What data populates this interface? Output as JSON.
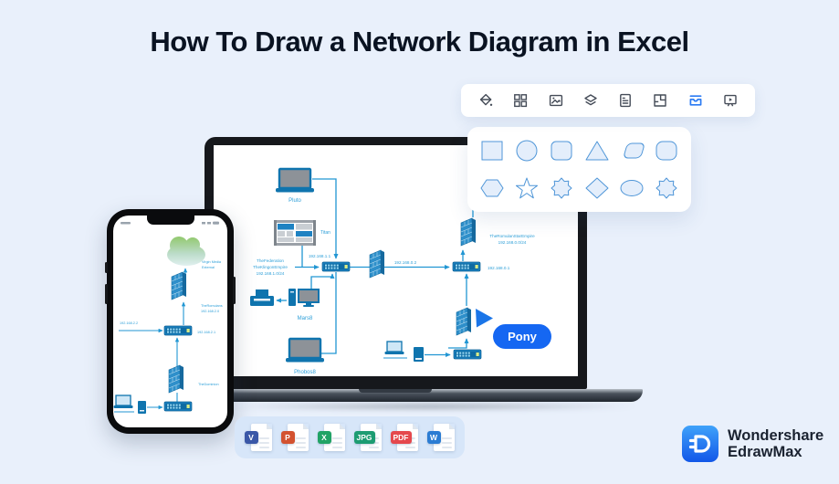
{
  "title": "How To Draw a Network Diagram in Excel",
  "toolbar": {
    "icons": [
      {
        "name": "fill-color",
        "active": false
      },
      {
        "name": "shape-library",
        "active": false
      },
      {
        "name": "insert-image",
        "active": false
      },
      {
        "name": "layers",
        "active": false
      },
      {
        "name": "document",
        "active": false
      },
      {
        "name": "floor-plan",
        "active": false
      },
      {
        "name": "symbol-tray",
        "active": true
      },
      {
        "name": "presentation",
        "active": false
      }
    ],
    "active_color": "#2B7BF3",
    "icon_color": "#444B57"
  },
  "shapes_panel": {
    "row1": [
      "square",
      "circle",
      "rounded-square",
      "triangle",
      "rounded-parallelogram",
      "rounded-square"
    ],
    "row2": [
      "hexagon",
      "star",
      "eight-point-star",
      "diamond",
      "ellipse",
      "eight-point-star"
    ],
    "shape_fill": "#E4EEFB",
    "shape_stroke": "#4F96D8"
  },
  "laptop_diagram": {
    "labels": {
      "pluto": "Pluto",
      "titan": "Titan",
      "federation_1": "TheFederation",
      "federation_2": "TheKlingonEmpire",
      "federation_3": "192.168.1.0/24",
      "ip_1": "192.168.1.1",
      "ip_2": "192.168.0.2",
      "ip_3": "192.168.0.1",
      "romulan_1": "TheRomulanStarEmpire",
      "romulan_2": "192.168.0.0/24",
      "mars": "Mars8",
      "phobos": "Phobos8"
    },
    "pony_button": "Pony"
  },
  "phone_diagram": {
    "labels": {
      "cloud_1": "Virgin Media",
      "cloud_2": "External",
      "fw1_1": "TheRomulans",
      "fw1_2": "192.168.2.0",
      "ip_left": "192.168.2.2",
      "ip_right": "192.168.2.1",
      "fw2": "TheDominion"
    }
  },
  "files": [
    {
      "label": "V",
      "color": "#3A57A7"
    },
    {
      "label": "P",
      "color": "#D35230"
    },
    {
      "label": "X",
      "color": "#21A366"
    },
    {
      "label": "JPG",
      "color": "#1D9C72"
    },
    {
      "label": "PDF",
      "color": "#E5484D"
    },
    {
      "label": "W",
      "color": "#2B7CD3"
    }
  ],
  "logo": {
    "line1": "Wondershare",
    "line2": "EdrawMax"
  },
  "colors": {
    "background": "#E9F0FB",
    "accent_blue": "#1567F2",
    "diagram_line": "#2196D3",
    "diagram_text": "#2D9FD8",
    "device_blue": "#0F74AE",
    "title_text": "#0A1322"
  }
}
